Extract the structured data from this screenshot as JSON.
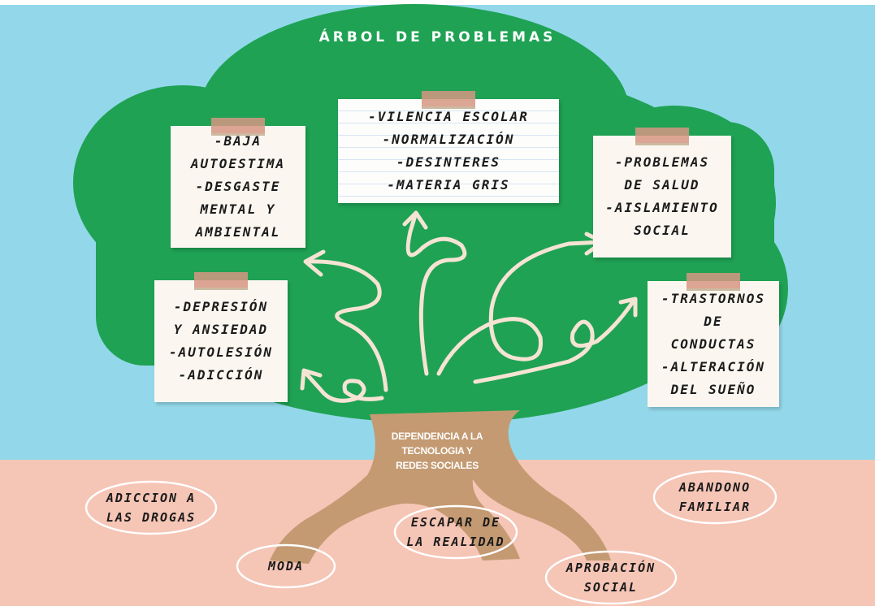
{
  "title": "ÁRBOL DE PROBLEMAS",
  "trunk": [
    "DEPENDENCIA A LA",
    "TECNOLOGIA Y",
    "REDES SOCIALES"
  ],
  "effects": [
    {
      "id": "baja",
      "lines": [
        "-BAJA",
        "AUTOESTIMA",
        "-DESGASTE",
        "MENTAL Y",
        "AMBIENTAL"
      ]
    },
    {
      "id": "violencia",
      "lines": [
        "-VILENCIA ESCOLAR",
        "-NORMALIZACIÓN",
        "-DESINTERES",
        "-MATERIA GRIS"
      ]
    },
    {
      "id": "salud",
      "lines": [
        "-PROBLEMAS",
        "DE SALUD",
        "-AISLAMIENTO",
        "SOCIAL"
      ]
    },
    {
      "id": "depresion",
      "lines": [
        "-DEPRESIÓN",
        "Y ANSIEDAD",
        "-AUTOLESIÓN",
        "-ADICCIÓN"
      ]
    },
    {
      "id": "trastornos",
      "lines": [
        "-TRASTORNOS",
        "DE",
        "CONDUCTAS",
        "-ALTERACIÓN",
        "DEL SUEÑO"
      ]
    }
  ],
  "causes": [
    {
      "id": "drogas",
      "lines": [
        "ADICCION A",
        "LAS DROGAS"
      ]
    },
    {
      "id": "moda",
      "lines": [
        "MODA"
      ]
    },
    {
      "id": "escapar",
      "lines": [
        "ESCAPAR DE",
        "LA REALIDAD"
      ]
    },
    {
      "id": "aprobacion",
      "lines": [
        "APROBACIÓN",
        "SOCIAL"
      ]
    },
    {
      "id": "abandono",
      "lines": [
        "ABANDONO",
        "FAMILIAR"
      ]
    }
  ],
  "colors": {
    "sky": "#93d8ea",
    "ground": "#f5c5b6",
    "foliage": "#1fa254",
    "trunk": "#c49a72",
    "arrow": "#f5e3d3",
    "tape": "#d69682"
  }
}
